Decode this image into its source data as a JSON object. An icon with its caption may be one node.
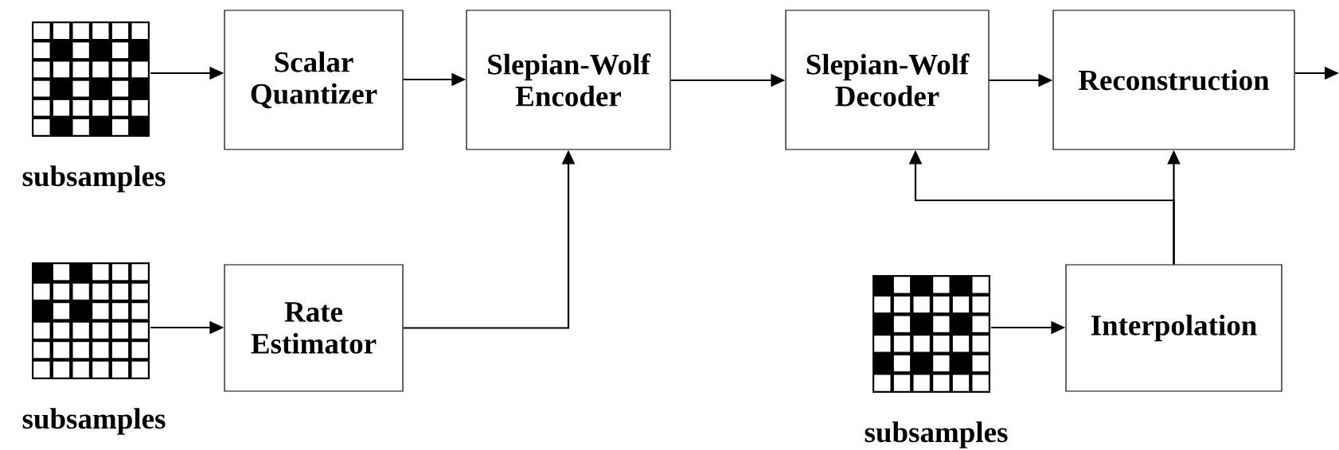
{
  "diagram": {
    "nodes": [
      {
        "text": [],
        "shape": "picture",
        "beside": [
          "subsamples"
        ]
      },
      {
        "text": [
          "Scalar Quantizer"
        ]
      },
      {
        "text": [
          "Slepian-Wolf Encoder"
        ]
      },
      {
        "text": [
          "Slepian-Wolf Decoder"
        ]
      },
      {
        "text": [
          "Reconstruction"
        ]
      },
      {
        "text": [],
        "shape": "picture",
        "beside": [
          "subsamples"
        ]
      },
      {
        "text": [
          "Rate Estimator"
        ]
      },
      {
        "text": [],
        "shape": "picture",
        "beside": [
          "subsamples"
        ]
      },
      {
        "text": [
          "Interpolation"
        ]
      }
    ],
    "edges": [
      {
        "from": 0,
        "to": 1,
        "arrow": "to"
      },
      {
        "from": 1,
        "to": 2,
        "arrow": "to"
      },
      {
        "from": 2,
        "to": 3,
        "arrow": "to"
      },
      {
        "from": 3,
        "to": 4,
        "arrow": "to"
      },
      {
        "from": 4,
        "to": null,
        "arrow": "to"
      },
      {
        "from": 5,
        "to": 6,
        "arrow": "to"
      },
      {
        "from": 6,
        "to": 2,
        "arrow": "to"
      },
      {
        "from": 7,
        "to": 8,
        "arrow": "to"
      },
      {
        "from": 8,
        "to": 4,
        "arrow": "to"
      },
      {
        "from": 8,
        "to": 3,
        "arrow": "to"
      }
    ]
  }
}
